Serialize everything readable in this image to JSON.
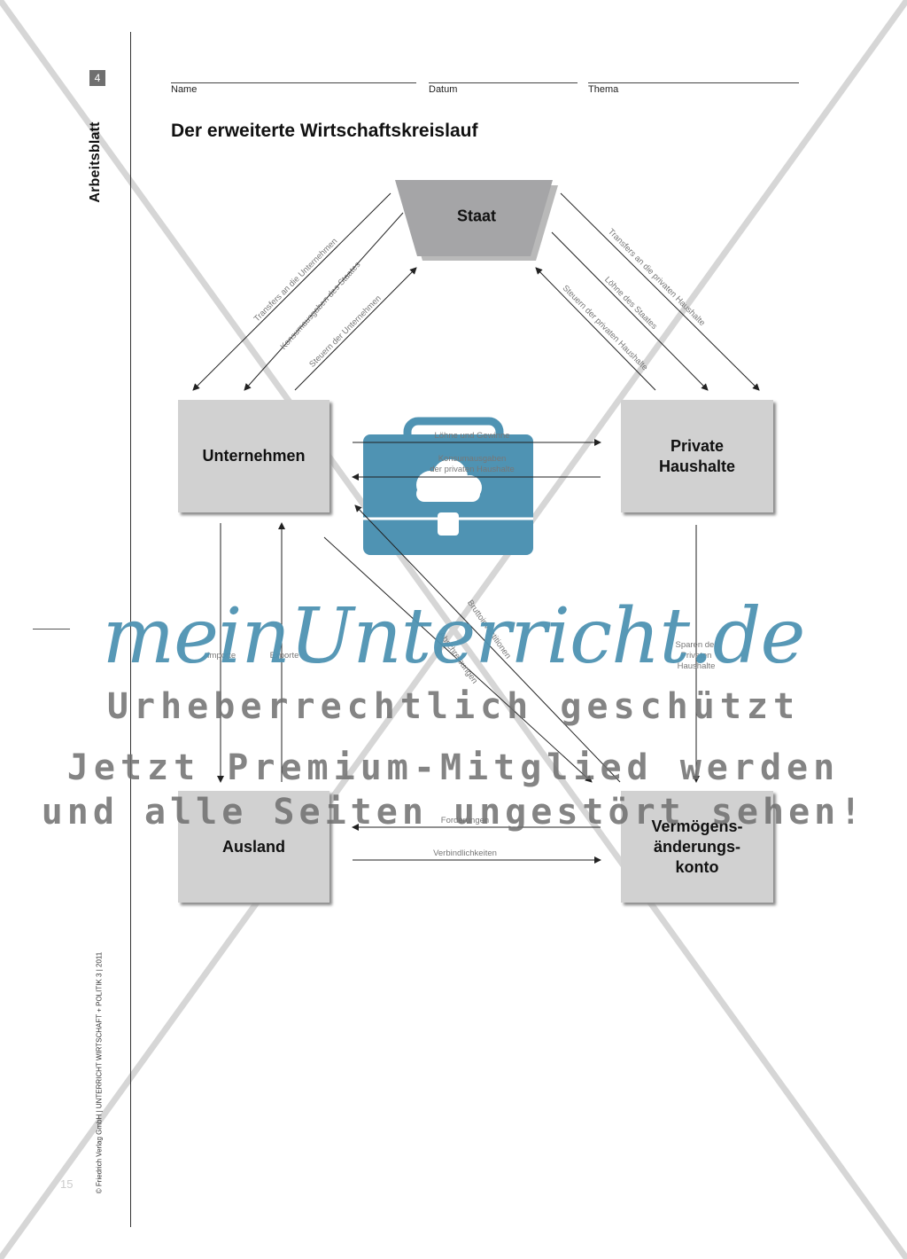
{
  "sidebar": {
    "page_number": "4",
    "label": "Arbeitsblatt",
    "copyright": "© Friedrich Verlag GmbH | UNTERRICHT WIRTSCHAFT + POLITIK 3 | 2011",
    "footer_page": "15"
  },
  "header": {
    "name_label": "Name",
    "date_label": "Datum",
    "topic_label": "Thema"
  },
  "title": "Der erweiterte Wirtschaftskreislauf",
  "nodes": {
    "staat": "Staat",
    "unternehmen": "Unternehmen",
    "haushalte_line1": "Private",
    "haushalte_line2": "Haushalte",
    "ausland": "Ausland",
    "vermoegen_line1": "Vermögens-",
    "vermoegen_line2": "änderungs-",
    "vermoegen_line3": "konto"
  },
  "flows": {
    "transfers_unternehmen": "Transfers an die Unternehmen",
    "konsumausgaben_staat": "Konsumausgaben des Staates",
    "steuern_unternehmen": "Steuern der Unternehmen",
    "transfers_haushalte": "Transfers an die privaten Haushalte",
    "loehne_staat": "Löhne des Staates",
    "steuern_haushalte": "Steuern der privaten Haushalte",
    "loehne_gewinne": "Löhne und Gewinne",
    "konsumausgaben_haushalte_line1": "Konsumausgaben",
    "konsumausgaben_haushalte_line2": "der privaten Haushalte",
    "importe": "Importe",
    "exporte": "Exporte",
    "bruttoinvestitionen": "Bruttoinvestitionen",
    "abschreibungen": "Abschreibungen",
    "sparen_line1": "Sparen der",
    "sparen_line2": "Privaten",
    "sparen_line3": "Haushalte",
    "forderungen": "Forderungen",
    "verbindlichkeiten": "Verbindlichkeiten"
  },
  "watermark": {
    "brand": "meinUnterricht.de",
    "line1": "Urheberrechtlich geschützt",
    "line2": "Jetzt Premium-Mitglied werden",
    "line3": "und alle Seiten ungestört sehen!"
  },
  "colors": {
    "box": "#d1d1d1",
    "staat": "#a5a5a7",
    "watermark_blue": "#4f93b3"
  }
}
